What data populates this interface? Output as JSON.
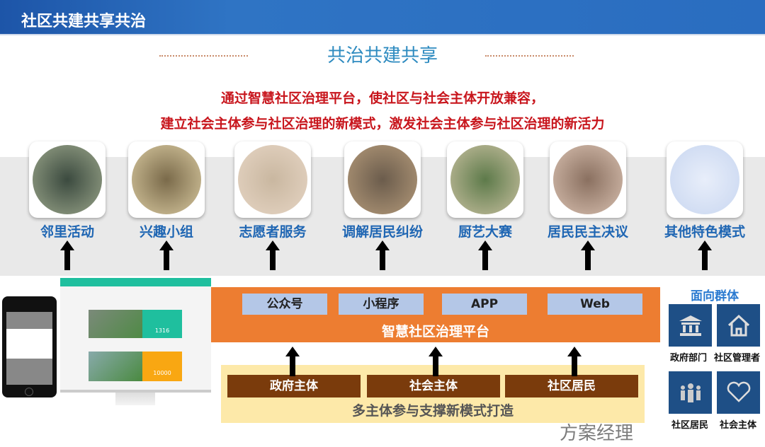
{
  "header": {
    "title": "社区共建共享共治"
  },
  "subtitle": "共治共建共享",
  "intro": [
    "通过智慧社区治理平台，使社区与社会主体开放兼容，",
    "建立社会主体参与社区治理的新模式，激发社会主体参与社区治理的新活力"
  ],
  "activities": [
    {
      "label": "邻里活动"
    },
    {
      "label": "兴趣小组"
    },
    {
      "label": "志愿者服务"
    },
    {
      "label": "调解居民纠纷"
    },
    {
      "label": "厨艺大赛"
    },
    {
      "label": "居民民主决议"
    },
    {
      "label": "其他特色模式"
    }
  ],
  "platform": {
    "channels": [
      "公众号",
      "小程序",
      "APP",
      "Web"
    ],
    "title": "智慧社区治理平台"
  },
  "support": {
    "subjects": [
      "政府主体",
      "社会主体",
      "社区居民"
    ],
    "title": "多主体参与支撑新模式打造"
  },
  "mockup": {
    "stat1": "1316",
    "stat2": "10000"
  },
  "groups": {
    "title": "面向群体",
    "items": [
      "政府部门",
      "社区管理者",
      "社区居民",
      "社会主体"
    ]
  },
  "watermark": "方案经理",
  "colors": {
    "accent": "#1f66b3",
    "red": "#c8161d",
    "orange": "#ed7d31",
    "brown": "#7a3b0c",
    "navy": "#1e4f86"
  }
}
